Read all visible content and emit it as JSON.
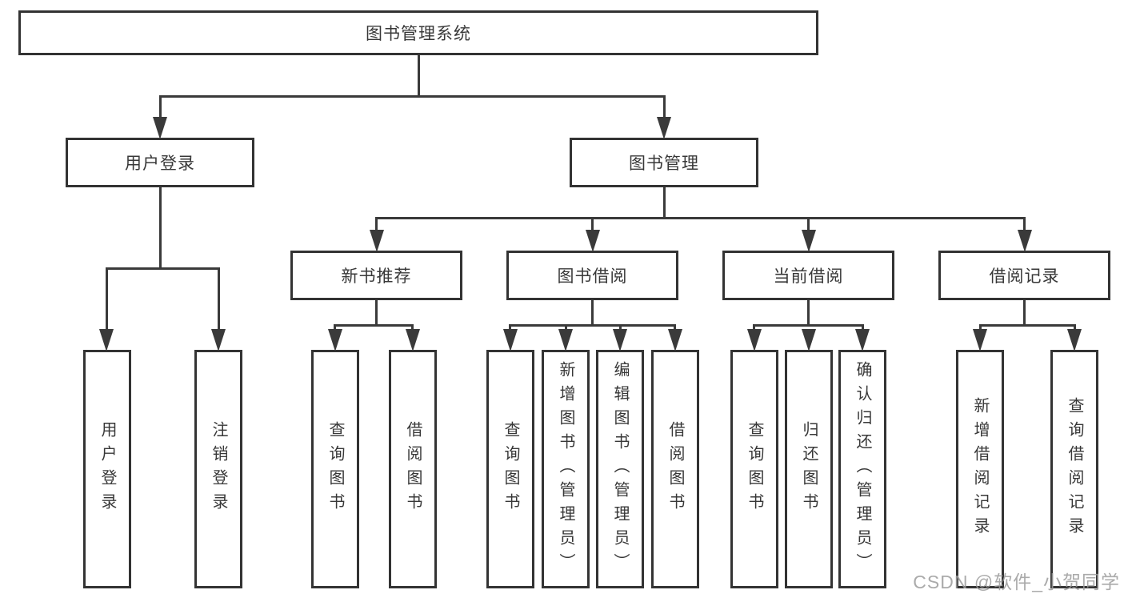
{
  "org_chart": {
    "root": {
      "label": "图书管理系统"
    },
    "children": [
      {
        "label": "用户登录",
        "children": [
          {
            "label": "用户登录"
          },
          {
            "label": "注销登录"
          }
        ]
      },
      {
        "label": "图书管理",
        "children": [
          {
            "label": "新书推荐",
            "children": [
              {
                "label": "查询图书"
              },
              {
                "label": "借阅图书"
              }
            ]
          },
          {
            "label": "图书借阅",
            "children": [
              {
                "label": "查询图书"
              },
              {
                "label": "新增图书（管理员）"
              },
              {
                "label": "编辑图书（管理员）"
              },
              {
                "label": "借阅图书"
              }
            ]
          },
          {
            "label": "当前借阅",
            "children": [
              {
                "label": "查询图书"
              },
              {
                "label": "归还图书"
              },
              {
                "label": "确认归还（管理员）"
              }
            ]
          },
          {
            "label": "借阅记录",
            "children": [
              {
                "label": "新增借阅记录"
              },
              {
                "label": "查询借阅记录"
              }
            ]
          }
        ]
      }
    ]
  },
  "watermark": {
    "text": "CSDN @软件_小贺同学"
  },
  "colors": {
    "line": "#3a3a3a",
    "border": "#333333",
    "text": "#383838",
    "watermark": "#9c9c9c",
    "background": "#ffffff"
  }
}
